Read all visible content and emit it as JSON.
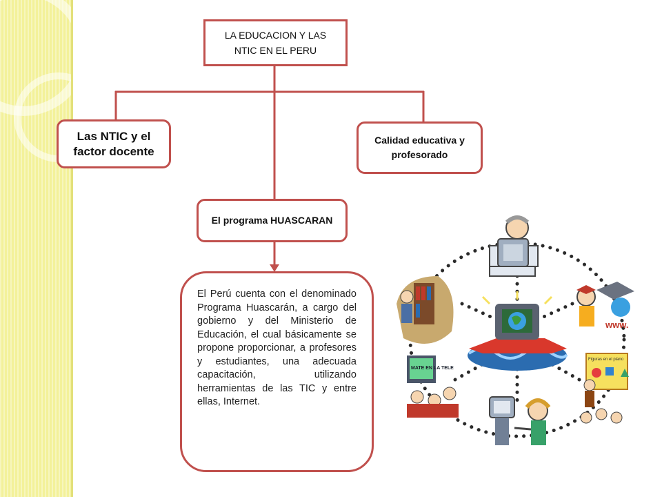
{
  "diagram": {
    "root": "LA EDUCACION Y LAS NTIC EN EL PERU",
    "left_branch": "Las NTIC y el factor docente",
    "right_branch": "Calidad educativa y profesorado",
    "middle_branch": "El programa HUASCARAN",
    "description": "El Perú cuenta con el denominado Programa Huascarán, a cargo del gobierno y del Ministerio de Educación, el cual básicamente se propone proporcionar, a profesores y estudiantes, una adecuada capacitación, utilizando herramientas de las TIC y entre ellas, Internet."
  },
  "illustration": {
    "sign_text": "MATE EN LA TELE",
    "www_text": "www.",
    "board_title": "Figuras en el plano"
  },
  "colors": {
    "border": "#c0504d",
    "sidebar": "#f3f19a",
    "dots": "#2a2a2a"
  }
}
